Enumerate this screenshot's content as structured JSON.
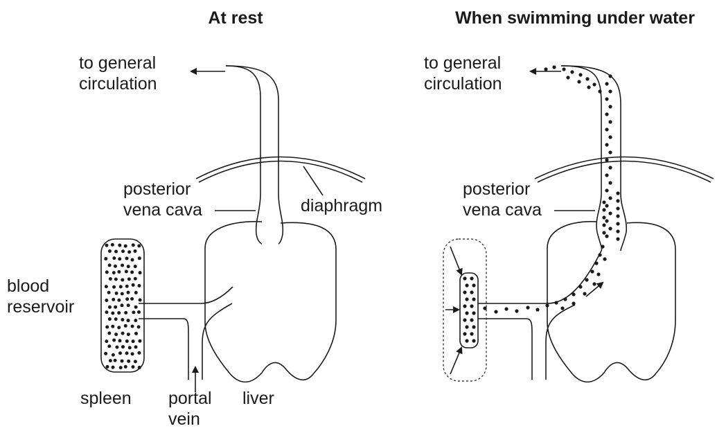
{
  "panels": [
    {
      "title": "At rest",
      "labels": {
        "to_general": "to general",
        "circulation": "circulation",
        "posterior": "posterior",
        "vena_cava": "vena cava",
        "diaphragm": "diaphragm",
        "blood": "blood",
        "reservoir": "reservoir",
        "spleen": "spleen",
        "portal": "portal",
        "vein": "vein",
        "liver": "liver"
      }
    },
    {
      "title": "When swimming under water",
      "labels": {
        "to_general": "to general",
        "circulation": "circulation",
        "posterior": "posterior",
        "vena_cava": "vena cava"
      }
    }
  ]
}
